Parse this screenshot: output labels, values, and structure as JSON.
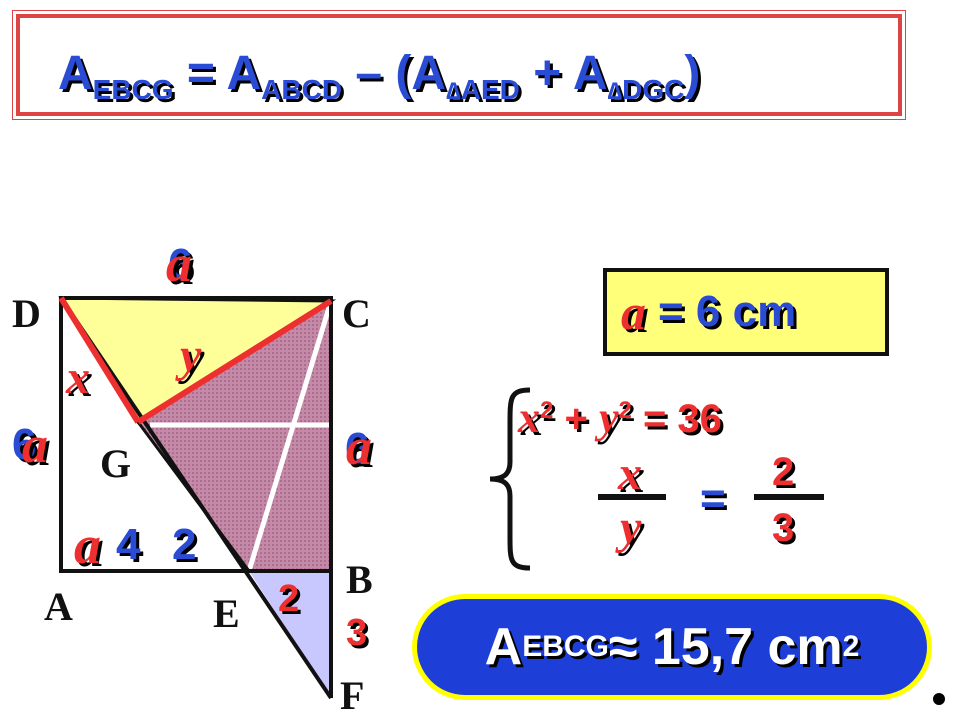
{
  "formula": {
    "lhs": "A",
    "lhs_sub": "EBCG",
    "eq": " = A",
    "abcd_sub": "ABCD",
    "minus": "  – (A",
    "tri1": "∆",
    "tri1_sub": "AED",
    "plus": " + A",
    "tri2": "∆",
    "tri2_sub": "DGC",
    "close": ")"
  },
  "points": {
    "D": "D",
    "C": "C",
    "G": "G",
    "A": "A",
    "E": "E",
    "B": "B",
    "F": "F"
  },
  "side_labels": {
    "top_num": "6",
    "top_var": "a",
    "left_num": "6",
    "left_var": "a",
    "right_num": "6",
    "right_var": "a",
    "bottom_var": "a",
    "bottom_4": "4",
    "bottom_2": "2",
    "eb": "2",
    "bf": "3",
    "x": "x",
    "y": "y"
  },
  "given": {
    "var": "a",
    "text": "= 6 cm"
  },
  "system": {
    "eq1_x": "x",
    "eq1_exp1": "2",
    "eq1_plus": " + ",
    "eq1_y": "y",
    "eq1_exp2": "2",
    "eq1_rhs": " = 36",
    "frac_num": "x",
    "frac_den": "y",
    "frac_eq": "=",
    "frac2_num": "2",
    "frac2_den": "3"
  },
  "result": {
    "a": "A",
    "sub": "EBCG",
    "approx": " ≈ 15,7 cm",
    "sup": "2"
  },
  "colors": {
    "triangle_dgc": "#ffff99",
    "hatched_region": "#c48aa8",
    "triangle_ebf": "#c8c8ff",
    "accent_red": "#ee2f2f",
    "accent_blue": "#2a4bd4"
  }
}
